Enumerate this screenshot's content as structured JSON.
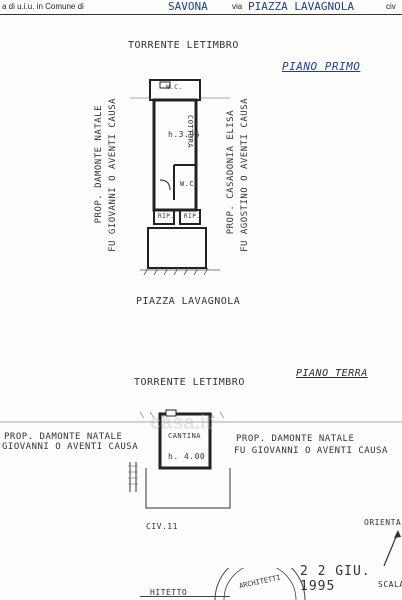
{
  "header": {
    "prefix": "a di u.i.u. in Comune di",
    "comune": "SAVONA",
    "via_label": "via",
    "via": "PIAZZA LAVAGNOLA",
    "right_code": "civ"
  },
  "piano_primo": {
    "title": "PIANO PRIMO",
    "torrente": "TORRENTE LETIMBRO",
    "left_owner_1": "PROP. DAMONTE NATALE",
    "left_owner_2": "FU GIOVANNI  O AVENTI CAUSA",
    "right_owner_1": "PROP. CASADONIA ELISA",
    "right_owner_2": "FU AGOSTINO O AVENTI CAUSA",
    "room_height": "h.3.95",
    "room_name": "COTTURA",
    "wc": "W.C.",
    "wc_small": "W.C.",
    "rip_left": "RIP.",
    "rip_right": "RIP.",
    "piazza": "PIAZZA  LAVAGNOLA"
  },
  "piano_terra": {
    "title": "PIANO TERRA",
    "torrente": "TORRENTE LETIMBRO",
    "left_owner_1": "PROP. DAMONTE NATALE",
    "left_owner_2": "GIOVANNI  O AVENTI CAUSA",
    "right_owner_1": "PROP. DAMONTE NATALE",
    "right_owner_2": "FU GIOVANNI  O AVENTI CAUSA",
    "cantina": "CANTINA",
    "room_height": "h. 4.00",
    "civ": "CIV.11"
  },
  "footer": {
    "orienta": "ORIENTA",
    "scala": "SCALA",
    "date": "2 2 GIU. 1995",
    "architetto_left": "HITETTO",
    "stamp_text": "ARCHITETTI"
  }
}
